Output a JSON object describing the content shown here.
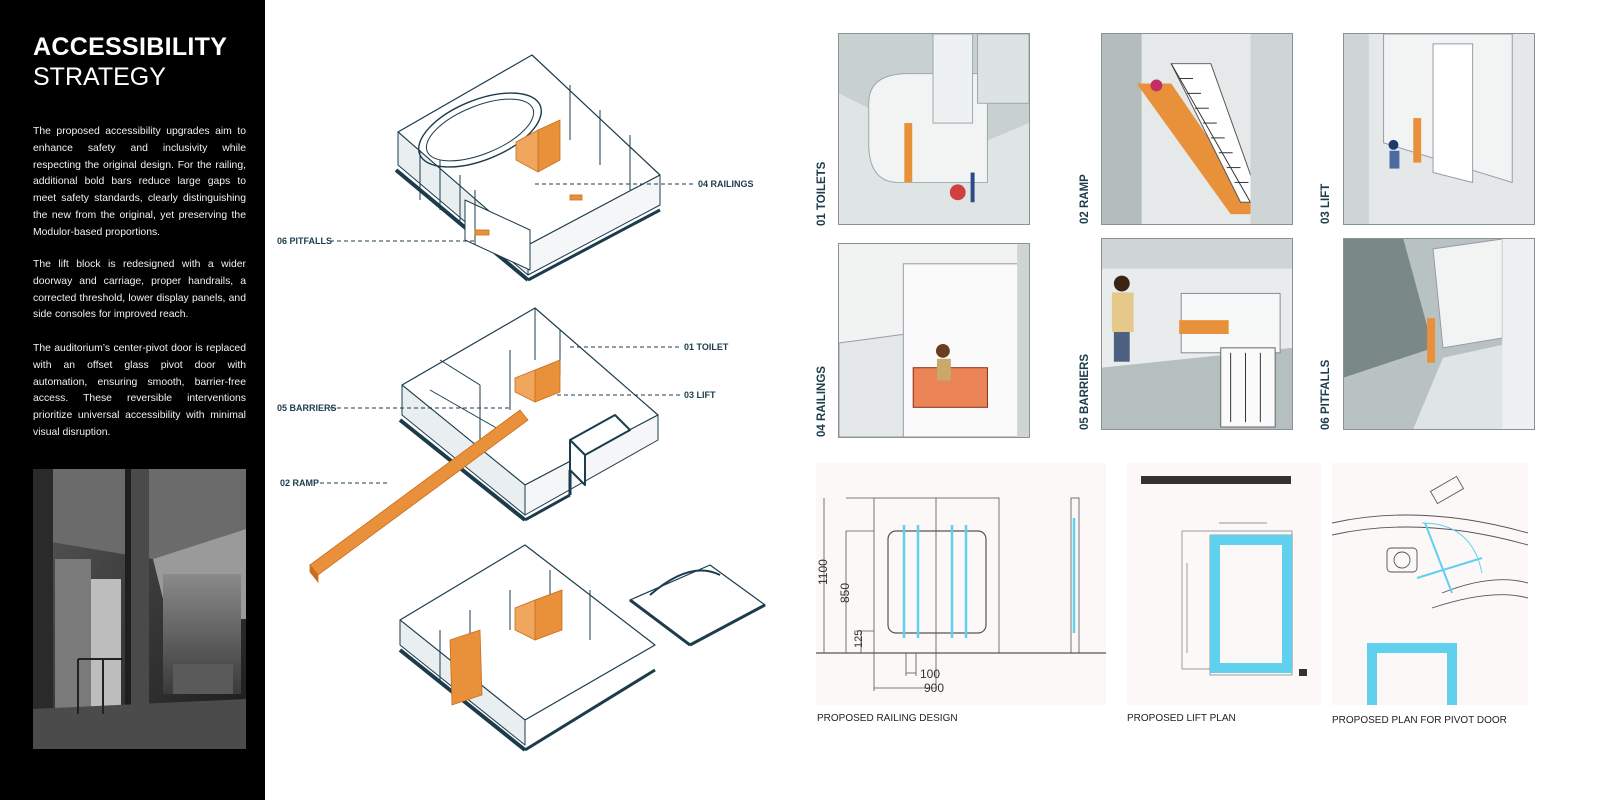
{
  "sidebar": {
    "title_line1": "ACCESSIBILITY",
    "title_line2": "STRATEGY",
    "paragraphs": [
      "The proposed accessibility upgrades aim to enhance safety and inclusivity while respecting the original design. For the railing, additional bold bars reduce large gaps to meet safety standards, clearly distinguishing the new from the original, yet preserving the Modulor-based proportions.",
      "The lift block is redesigned with a wider doorway and carriage, proper handrails, a corrected threshold, lower display panels, and side consoles for improved reach.",
      "The auditorium’s center-pivot door is replaced with an offset glass pivot door with automation, ensuring smooth, barrier-free access. These reversible interventions prioritize universal accessibility with minimal visual disruption."
    ]
  },
  "axonometric": {
    "labels": {
      "railings": "04 RAILINGS",
      "pitfalls": "06 PITFALLS",
      "toilet": "01 TOILET",
      "lift": "03 LIFT",
      "barriers": "05 BARRIERS",
      "ramp": "02 RAMP"
    }
  },
  "views": [
    {
      "label": "01 TOILETS"
    },
    {
      "label": "02 RAMP"
    },
    {
      "label": "03 LIFT"
    },
    {
      "label": "04 RAILINGS"
    },
    {
      "label": "05 BARRIERS"
    },
    {
      "label": "06 PITFALLS"
    }
  ],
  "drawings": {
    "railing": {
      "caption": "PROPOSED RAILING DESIGN",
      "dims": {
        "h1": "1100",
        "h2": "850",
        "h3": "125",
        "w1": "100",
        "w2": "900"
      }
    },
    "lift": {
      "caption": "PROPOSED LIFT PLAN"
    },
    "pivot": {
      "caption": "PROPOSED PLAN FOR PIVOT DOOR"
    }
  },
  "colors": {
    "accent_orange": "#e8913a",
    "dark_teal": "#1c3c4c",
    "cyan": "#5fd0ee",
    "sidebar_bg": "#000000"
  }
}
